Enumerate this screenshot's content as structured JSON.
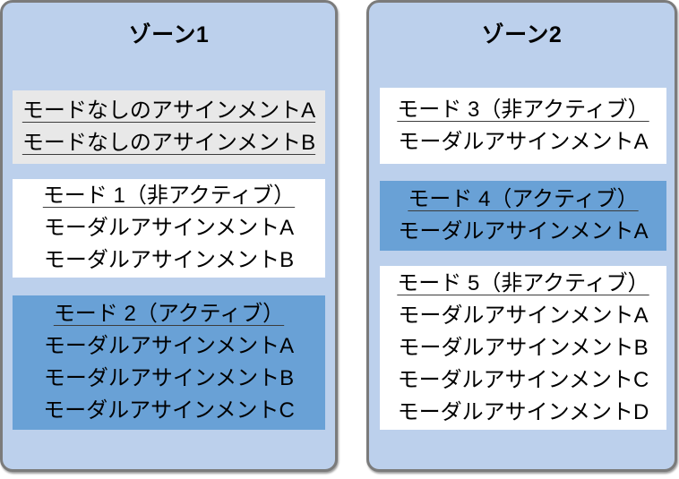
{
  "colors": {
    "zone_bg": "#bcd0ec",
    "zone_border": "#7b7b7b",
    "active_mode_bg": "#69a1d6",
    "inactive_mode_bg": "#ffffff",
    "no_mode_bg": "#e8e8e8",
    "text": "#000000"
  },
  "zones": [
    {
      "title": "ゾーン1",
      "boxes": [
        {
          "name": "no-mode-assignments",
          "style": "no_mode",
          "lines": [
            {
              "text": "モードなしのアサインメントA",
              "underline": true
            },
            {
              "text": "モードなしのアサインメントB",
              "underline": true
            }
          ]
        },
        {
          "name": "mode-1",
          "style": "inactive",
          "lines": [
            {
              "text": "モード 1（非アクティブ）",
              "underline": true
            },
            {
              "text": "モーダルアサインメントA",
              "underline": false
            },
            {
              "text": "モーダルアサインメントB",
              "underline": false
            }
          ]
        },
        {
          "name": "mode-2",
          "style": "active",
          "lines": [
            {
              "text": "モード 2（アクティブ）",
              "underline": true
            },
            {
              "text": "モーダルアサインメントA",
              "underline": false
            },
            {
              "text": "モーダルアサインメントB",
              "underline": false
            },
            {
              "text": "モーダルアサインメントC",
              "underline": false
            }
          ]
        }
      ]
    },
    {
      "title": "ゾーン2",
      "boxes": [
        {
          "name": "mode-3",
          "style": "inactive",
          "lines": [
            {
              "text": "モード 3（非アクティブ）",
              "underline": true
            },
            {
              "text": "モーダルアサインメントA",
              "underline": false
            }
          ]
        },
        {
          "name": "mode-4",
          "style": "active",
          "lines": [
            {
              "text": "モード 4（アクティブ）",
              "underline": true
            },
            {
              "text": "モーダルアサインメントA",
              "underline": false
            }
          ]
        },
        {
          "name": "mode-5",
          "style": "inactive",
          "lines": [
            {
              "text": "モード 5（非アクティブ）",
              "underline": true
            },
            {
              "text": "モーダルアサインメントA",
              "underline": false
            },
            {
              "text": "モーダルアサインメントB",
              "underline": false
            },
            {
              "text": "モーダルアサインメントC",
              "underline": false
            },
            {
              "text": "モーダルアサインメントD",
              "underline": false
            }
          ]
        }
      ]
    }
  ]
}
